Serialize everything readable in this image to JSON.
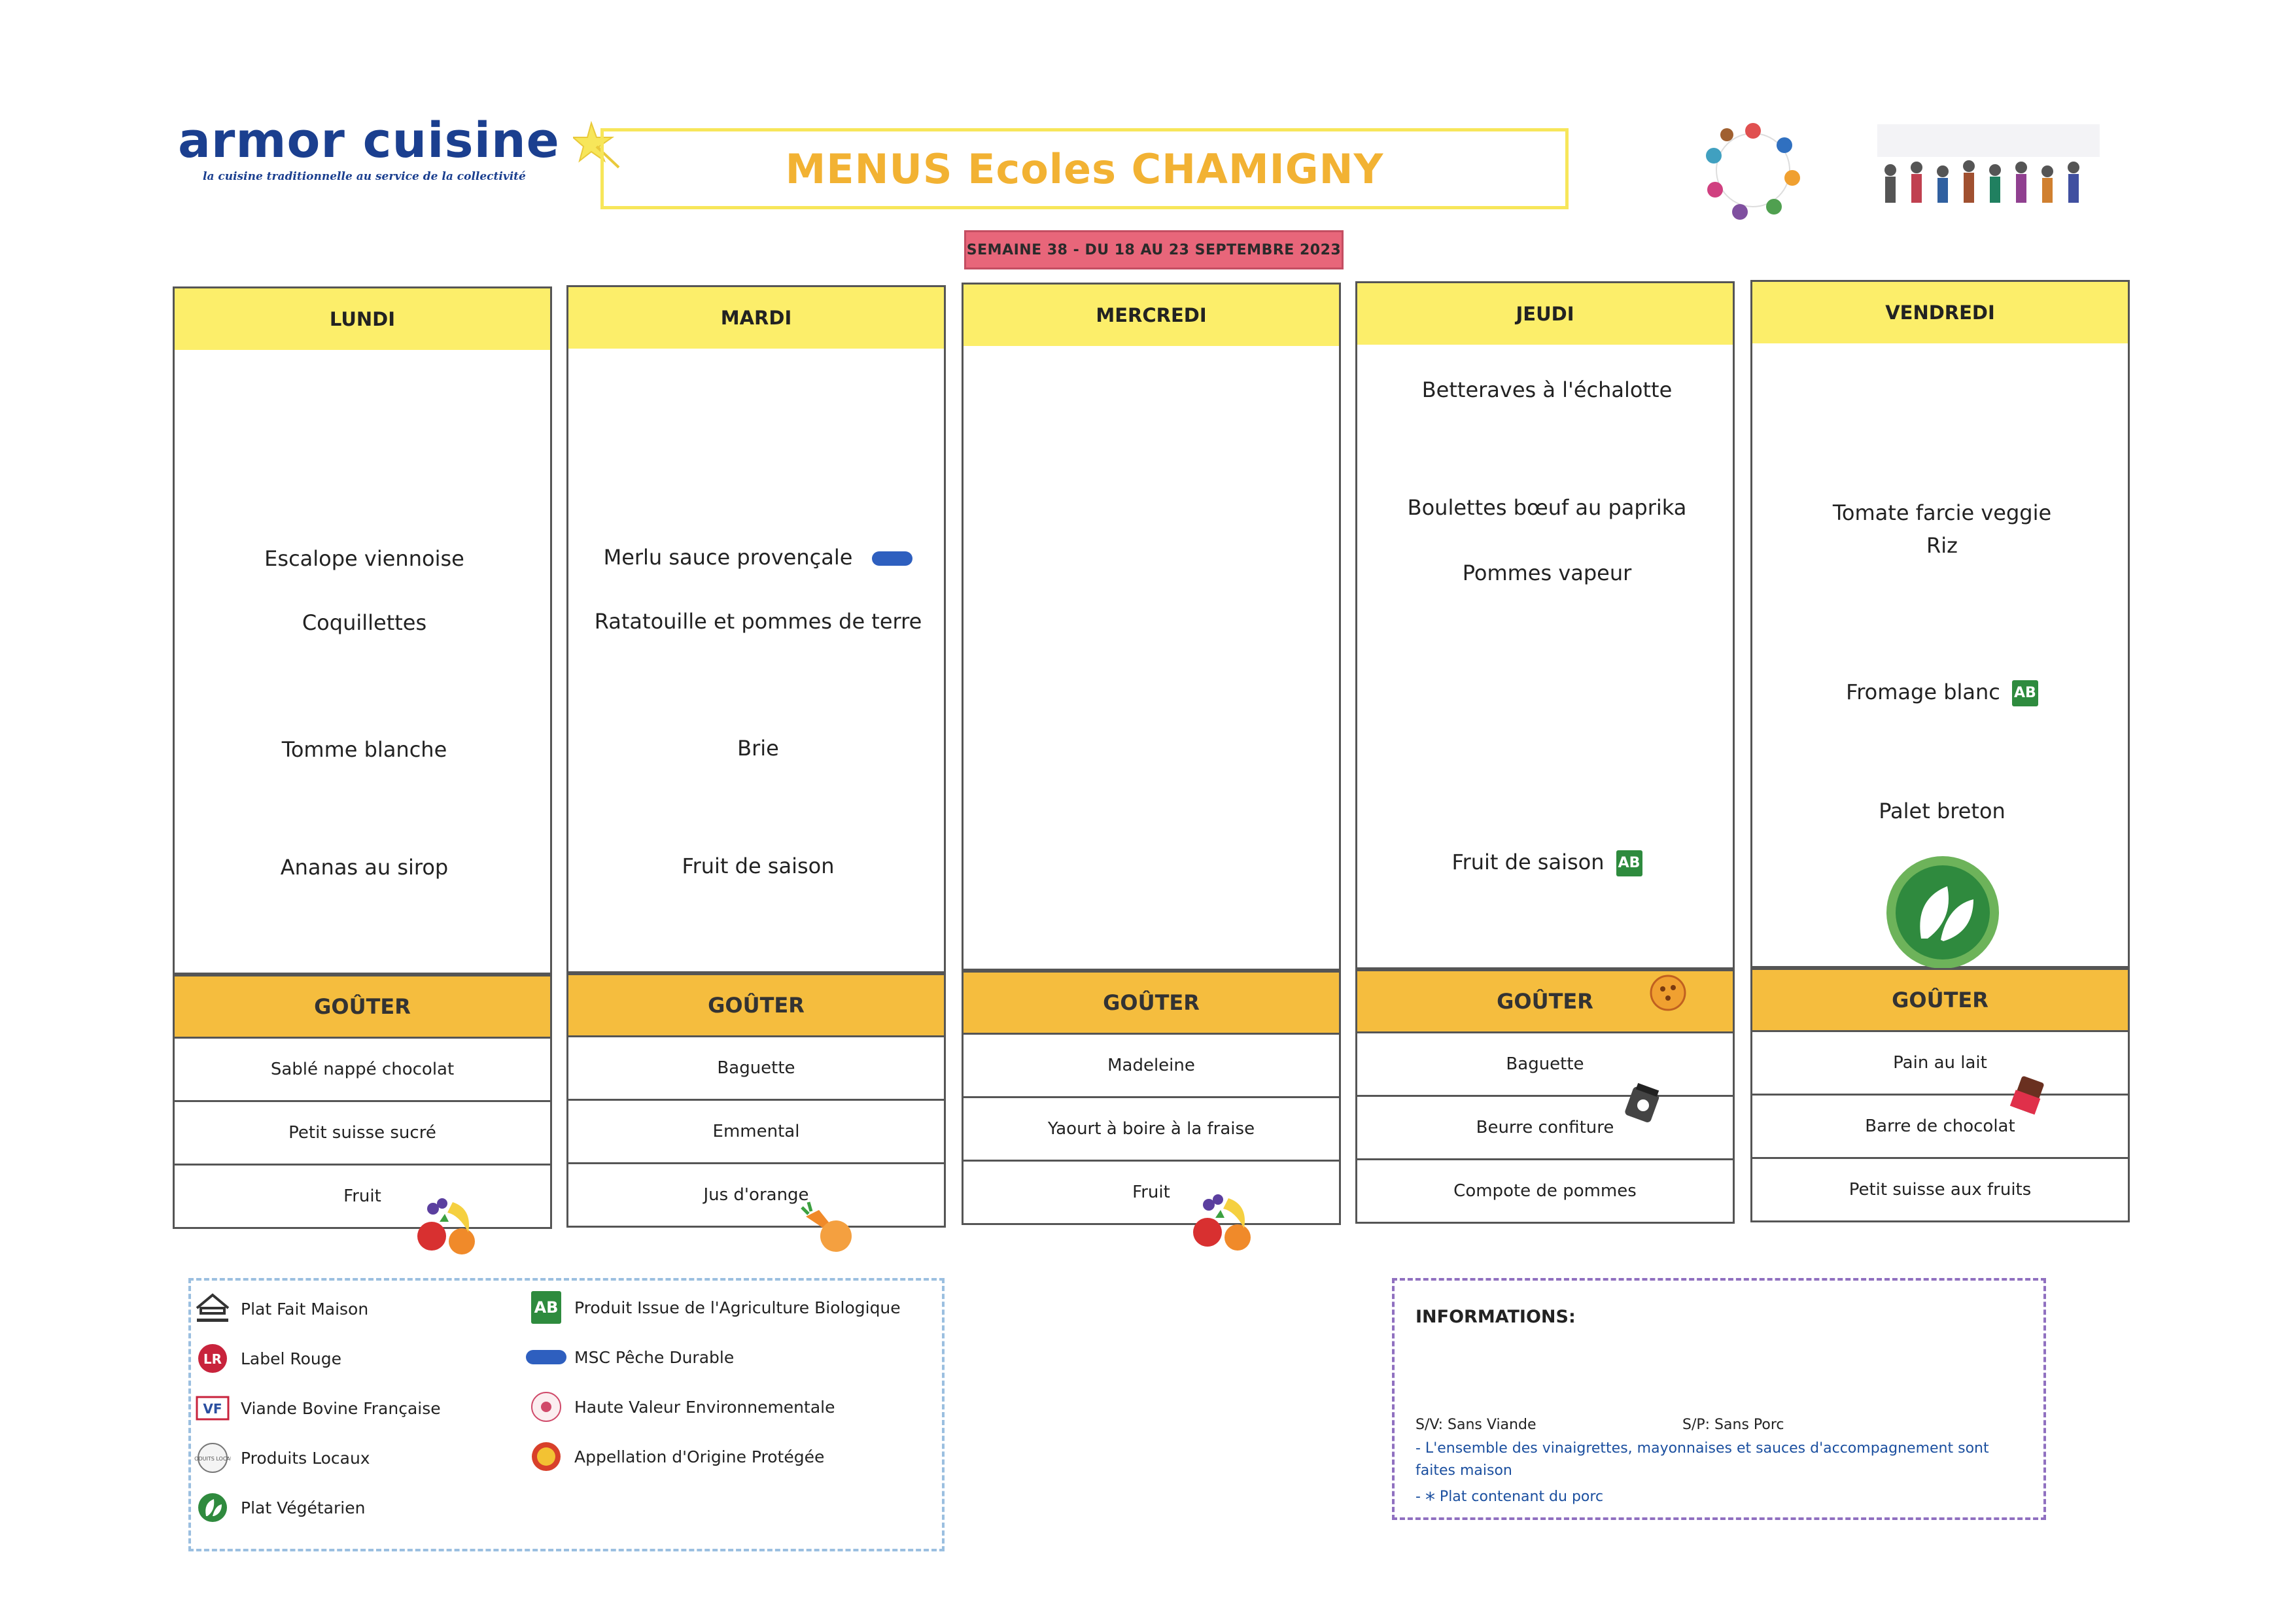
{
  "header": {
    "logo_main": "armor cuisine",
    "logo_sub": "la cuisine traditionnelle au service de la collectivité",
    "title": "MENUS Ecoles CHAMIGNY",
    "week": "SEMAINE  38  -  DU 18  AU 23 SEPTEMBRE 2023"
  },
  "days": [
    {
      "name": "LUNDI",
      "dishes": [
        "Escalope viennoise",
        "Coquillettes",
        "Tomme blanche",
        "Ananas au sirop"
      ],
      "gouter_label": "GOÛTER",
      "snacks": [
        "Sablé nappé chocolat",
        "Petit suisse sucré",
        "Fruit"
      ]
    },
    {
      "name": "MARDI",
      "dishes": [
        "Merlu sauce provençale",
        "Ratatouille et pommes de terre",
        "Brie",
        "Fruit de saison"
      ],
      "gouter_label": "GOÛTER",
      "snacks": [
        "Baguette",
        "Emmental",
        "Jus d'orange"
      ]
    },
    {
      "name": "MERCREDI",
      "dishes": [],
      "gouter_label": "GOÛTER",
      "snacks": [
        "Madeleine",
        "Yaourt à boire à la fraise",
        "Fruit"
      ]
    },
    {
      "name": "JEUDI",
      "dishes": [
        "Betteraves à l'échalotte",
        "Boulettes bœuf au paprika",
        "Pommes vapeur",
        "Fruit de saison"
      ],
      "gouter_label": "GOÛTER",
      "snacks": [
        "Baguette",
        "Beurre confiture",
        "Compote de pommes"
      ]
    },
    {
      "name": "VENDREDI",
      "dishes": [
        "Tomate farcie veggie",
        "Riz",
        "Fromage blanc",
        "Palet breton"
      ],
      "gouter_label": "GOÛTER",
      "snacks": [
        "Pain au lait",
        "Barre de chocolat",
        "Petit suisse aux fruits"
      ]
    }
  ],
  "legend": {
    "left": [
      "Plat Fait Maison",
      "Label Rouge",
      "Viande Bovine Française",
      "Produits Locaux",
      "Plat Végétarien"
    ],
    "right": [
      "Produit Issue de l'Agriculture Biologique",
      "MSC Pêche Durable",
      "Haute Valeur Environnementale",
      "Appellation d'Origine Protégée"
    ],
    "icons": {
      "ab": "AB",
      "label_rouge": "LR",
      "vbf": "VF",
      "local": "PRODUITS LOCAUX"
    }
  },
  "info": {
    "title": "INFORMATIONS:",
    "sv": "S/V: Sans Viande",
    "sp": "S/P: Sans Porc",
    "note1": "- L'ensemble des vinaigrettes, mayonnaises et sauces d'accompagnement sont faites maison",
    "note2_prefix": "- ",
    "note2_star": "*",
    "note2": " Plat contenant du porc"
  },
  "colors": {
    "day_header": "#fcee6a",
    "gouter": "#f5bd3e",
    "title_text": "#f2b233",
    "title_border": "#f7e65a",
    "week_bg": "#e8667a",
    "logo": "#1b3f8f",
    "info_text": "#1b4f9f",
    "bio_green": "#2e8b3e"
  }
}
